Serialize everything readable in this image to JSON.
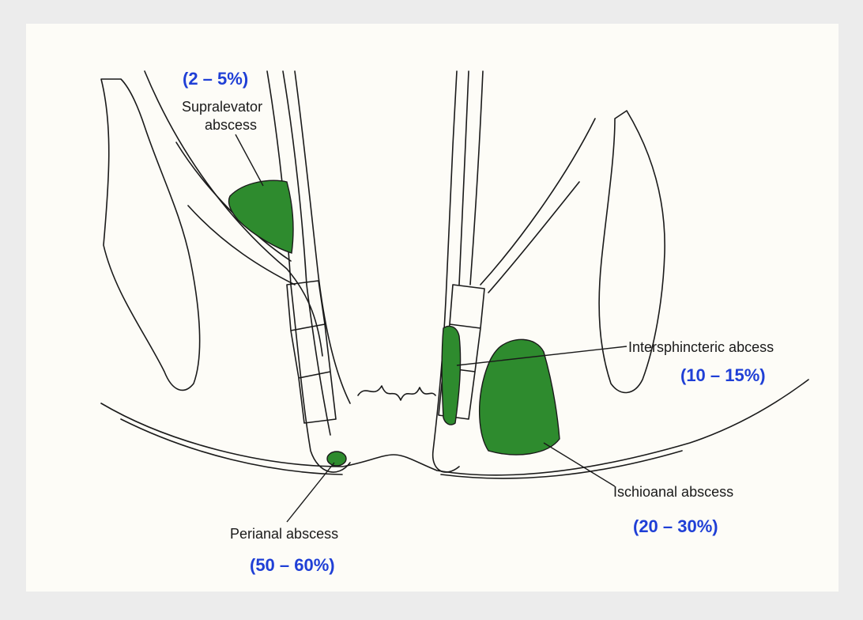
{
  "labels": {
    "supralevator_pct": "(2 – 5%)",
    "supralevator_line1": "Supralevator",
    "supralevator_line2": "abscess",
    "intersphincteric": "Intersphincteric abcess",
    "intersphincteric_pct": "(10 – 15%)",
    "ischioanal": "Ischioanal abscess",
    "ischioanal_pct": "(20 – 30%)",
    "perianal": "Perianal abscess",
    "perianal_pct": "(50 – 60%)"
  },
  "colors": {
    "abscess_fill": "#2e8b2e",
    "percentage_text": "#1f3fd6",
    "line_art": "#1a1a1a"
  }
}
